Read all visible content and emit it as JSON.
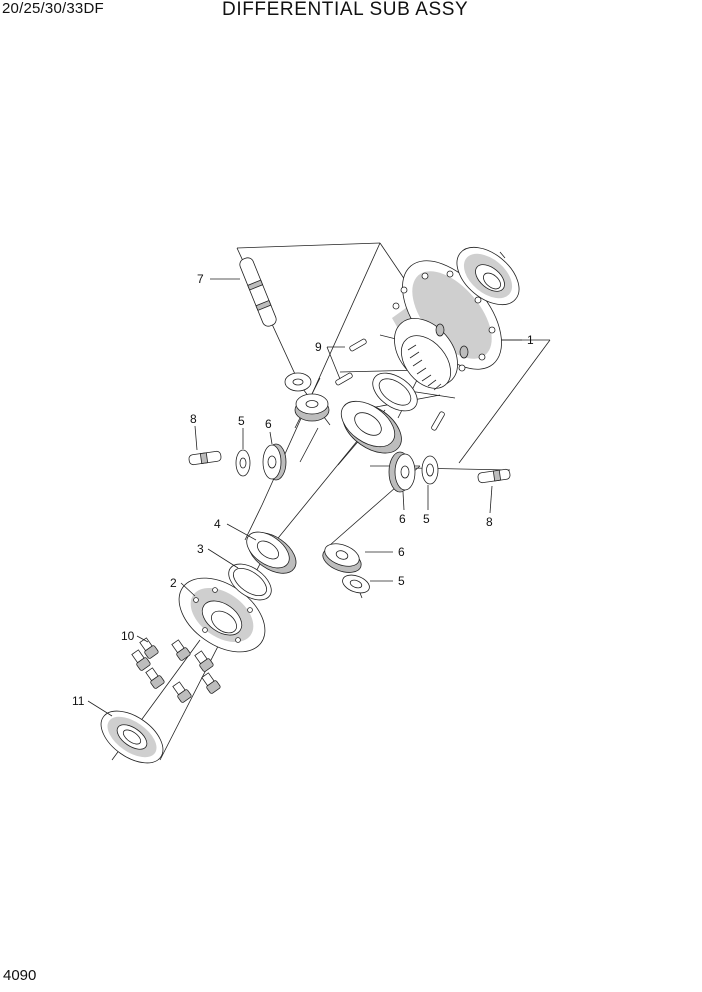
{
  "header": {
    "model": "20/25/30/33DF",
    "title": "DIFFERENTIAL SUB ASSY"
  },
  "footer": {
    "page_number": "4090"
  },
  "callouts": {
    "c1": "1",
    "c2": "2",
    "c3": "3",
    "c4": "4",
    "c5a": "5",
    "c5b": "5",
    "c5c": "5",
    "c6a": "6",
    "c6b": "6",
    "c6c": "6",
    "c7": "7",
    "c8a": "8",
    "c8b": "8",
    "c9": "9",
    "c10": "10",
    "c11": "11"
  }
}
